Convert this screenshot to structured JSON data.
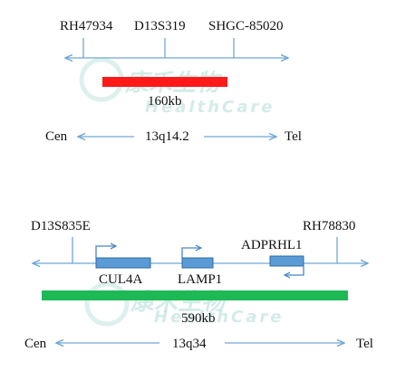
{
  "colors": {
    "axis": "#6fa7d6",
    "region_top": "#ff1a1a",
    "region_bottom": "#1db954",
    "gene_fill": "#5b9bd5",
    "gene_stroke": "#2e6aa3",
    "watermark": "#9fd3cf"
  },
  "watermark": {
    "chinese": "康禾生物",
    "english": "HealthCare"
  },
  "panel_top": {
    "markers": [
      "RH47934",
      "D13S319",
      "SHGC-85020"
    ],
    "region_size": "160kb",
    "cen_label": "Cen",
    "band": "13q14.2",
    "tel_label": "Tel"
  },
  "panel_bottom": {
    "left_marker": "D13S835E",
    "right_marker": "RH78830",
    "genes": [
      "CUL4A",
      "LAMP1",
      "ADPRHL1"
    ],
    "region_size": "590kb",
    "cen_label": "Cen",
    "band": "13q34",
    "tel_label": "Tel"
  }
}
